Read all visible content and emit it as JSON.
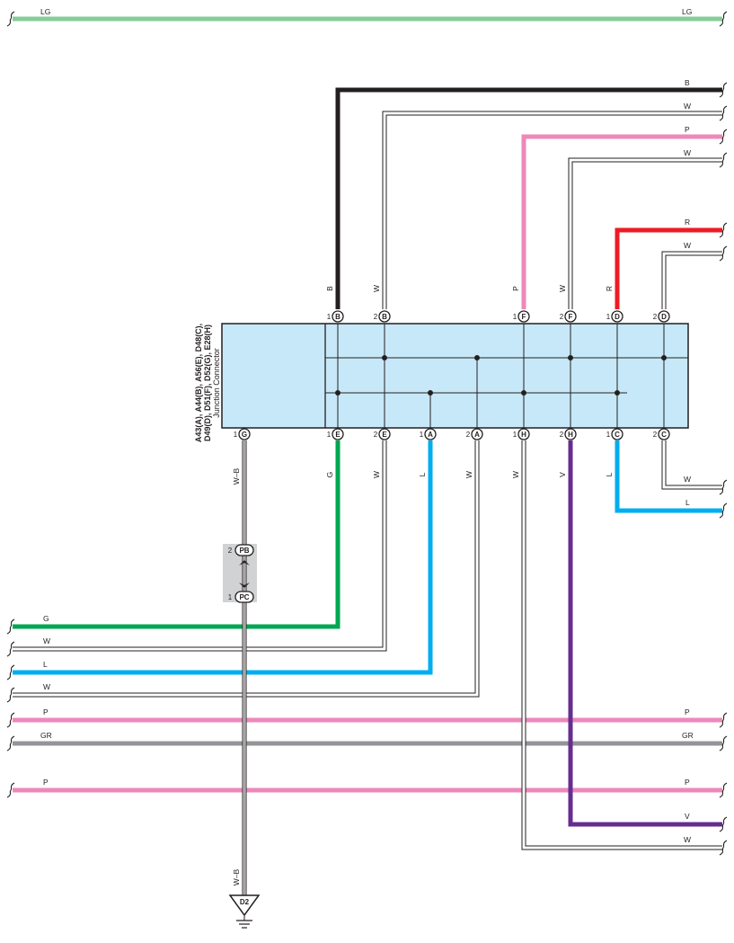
{
  "colors": {
    "LG": "#86cc98",
    "B": "#231f20",
    "W": "#ffffff",
    "P": "#ee88bb",
    "R": "#ed1c24",
    "G": "#00a650",
    "L": "#00aeef",
    "GR": "#939598",
    "V": "#662d91",
    "connector_fill": "#c7e8f8",
    "ground_box": "#d0d2d3"
  },
  "horizontal_wires": [
    {
      "id": "lg",
      "code": "LG",
      "label_left": "LG",
      "label_right": "LG"
    },
    {
      "id": "b-top",
      "code": "B",
      "label_right": "B"
    },
    {
      "id": "w-top-1",
      "code": "W",
      "label_right": "W"
    },
    {
      "id": "p-top",
      "code": "P",
      "label_right": "P"
    },
    {
      "id": "w-top-2",
      "code": "W",
      "label_right": "W"
    },
    {
      "id": "r-top",
      "code": "R",
      "label_right": "R"
    },
    {
      "id": "w-top-3",
      "code": "W",
      "label_right": "W"
    },
    {
      "id": "w-right-c2",
      "code": "W",
      "label_right": "W"
    },
    {
      "id": "l-right-c1",
      "code": "L",
      "label_right": "L"
    },
    {
      "id": "g-left",
      "code": "G",
      "label_left": "G"
    },
    {
      "id": "w-left-e2",
      "code": "W",
      "label_left": "W"
    },
    {
      "id": "l-left-a1",
      "code": "L",
      "label_left": "L"
    },
    {
      "id": "w-left-a2",
      "code": "W",
      "label_left": "W"
    },
    {
      "id": "p-mid",
      "code": "P",
      "label_left": "P",
      "label_right": "P"
    },
    {
      "id": "gr-mid",
      "code": "GR",
      "label_left": "GR",
      "label_right": "GR"
    },
    {
      "id": "p-low",
      "code": "P",
      "label_left": "P",
      "label_right": "P"
    },
    {
      "id": "v-right",
      "code": "V",
      "label_right": "V"
    },
    {
      "id": "w-right-h1",
      "code": "W",
      "label_right": "W"
    }
  ],
  "connector": {
    "title": "A43(A), A44(B), A56(E), D48(C),",
    "title2": "D49(D), D51(F), D52(G), E28(H)",
    "subtitle": "Junction Connector",
    "top_pins": [
      {
        "num": "1",
        "letter": "B",
        "wire": "B"
      },
      {
        "num": "2",
        "letter": "B",
        "wire": "W"
      },
      {
        "num": "1",
        "letter": "F",
        "wire": "P"
      },
      {
        "num": "2",
        "letter": "F",
        "wire": "W"
      },
      {
        "num": "1",
        "letter": "D",
        "wire": "R"
      },
      {
        "num": "2",
        "letter": "D",
        "wire": ""
      }
    ],
    "bottom_pins": [
      {
        "num": "1",
        "letter": "G",
        "wire": "W–B"
      },
      {
        "num": "1",
        "letter": "E",
        "wire": "G"
      },
      {
        "num": "2",
        "letter": "E",
        "wire": "W"
      },
      {
        "num": "1",
        "letter": "A",
        "wire": "L"
      },
      {
        "num": "2",
        "letter": "A",
        "wire": "W"
      },
      {
        "num": "1",
        "letter": "H",
        "wire": "W"
      },
      {
        "num": "2",
        "letter": "H",
        "wire": "V"
      },
      {
        "num": "1",
        "letter": "C",
        "wire": "L"
      },
      {
        "num": "2",
        "letter": "C",
        "wire": ""
      }
    ]
  },
  "inline_connector": {
    "pin_top": {
      "num": "2",
      "letter": "PB"
    },
    "pin_bottom": {
      "num": "1",
      "letter": "PC"
    }
  },
  "ground": {
    "wire": "W–B",
    "label": "D2"
  }
}
